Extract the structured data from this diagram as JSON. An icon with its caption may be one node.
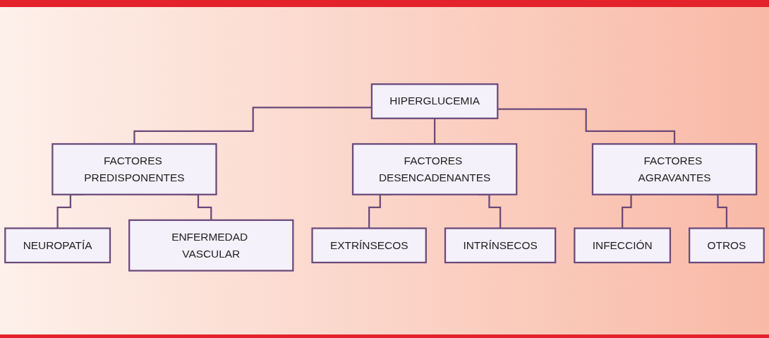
{
  "diagram": {
    "nodes": [
      {
        "text": [
          "HIPERGLUCEMIA"
        ]
      },
      {
        "text": [
          "FACTORES PREDISPONENTES"
        ]
      },
      {
        "text": [
          "FACTORES DESENCADENANTES"
        ]
      },
      {
        "text": [
          "FACTORES AGRAVANTES"
        ]
      },
      {
        "text": [
          "NEUROPATÍA"
        ]
      },
      {
        "text": [
          "ENFERMEDAD VASCULAR"
        ]
      },
      {
        "text": [
          "EXTRÍNSECOS"
        ]
      },
      {
        "text": [
          "INTRÍNSECOS"
        ]
      },
      {
        "text": [
          "INFECCIÓN"
        ]
      },
      {
        "text": [
          "OTROS"
        ]
      }
    ],
    "edges": [
      {
        "from": 0,
        "to": 1,
        "arrow": "none"
      },
      {
        "from": 0,
        "to": 2,
        "arrow": "none"
      },
      {
        "from": 0,
        "to": 3,
        "arrow": "none"
      },
      {
        "from": 1,
        "to": 4,
        "arrow": "none"
      },
      {
        "from": 1,
        "to": 5,
        "arrow": "none"
      },
      {
        "from": 2,
        "to": 6,
        "arrow": "none"
      },
      {
        "from": 2,
        "to": 7,
        "arrow": "none"
      },
      {
        "from": 3,
        "to": 8,
        "arrow": "none"
      },
      {
        "from": 3,
        "to": 9,
        "arrow": "none"
      }
    ]
  }
}
